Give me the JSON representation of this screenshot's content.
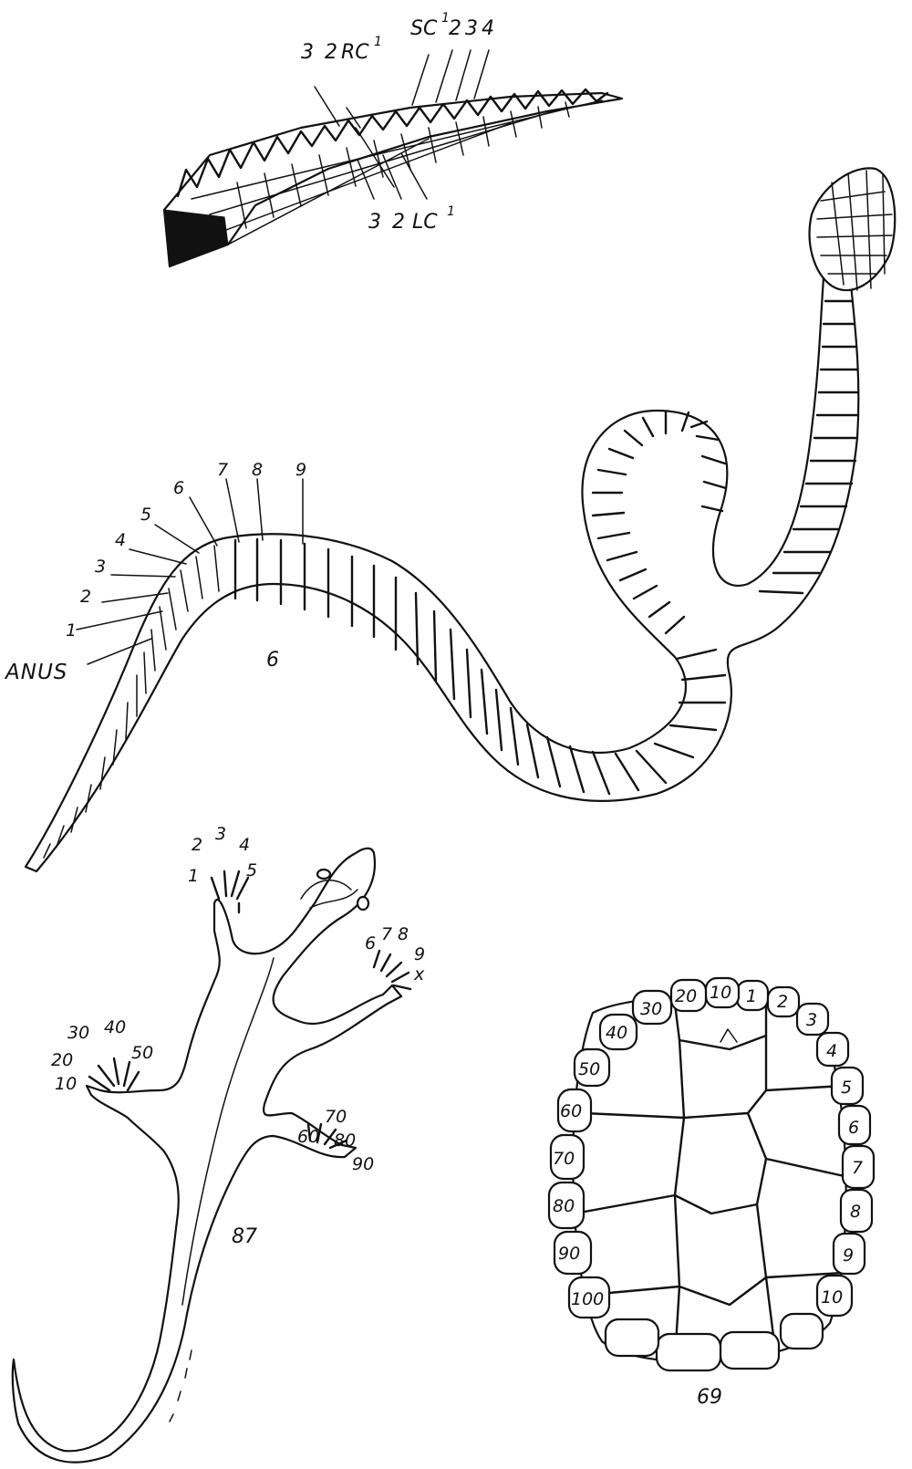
{
  "tail": {
    "top_labels": [
      "3",
      "2",
      "RC",
      "SC",
      "2",
      "3",
      "4"
    ],
    "top_sup": [
      "1",
      "1"
    ],
    "bottom_labels": [
      "3",
      "2",
      "LC"
    ],
    "bottom_sup": "1"
  },
  "snake": {
    "subcaudal_labels": [
      "1",
      "2",
      "3",
      "4",
      "5",
      "6",
      "7",
      "8",
      "9"
    ],
    "anus_label": "ANUS",
    "figure_number": "6"
  },
  "lizard": {
    "front_left_toes": [
      "1",
      "2",
      "3",
      "4",
      "5"
    ],
    "front_right_toes": [
      "6",
      "7",
      "8",
      "9",
      "x"
    ],
    "hind_left_toes": [
      "10",
      "20",
      "30",
      "40",
      "50"
    ],
    "hind_right_toes": [
      "60",
      "70",
      "80",
      "90"
    ],
    "figure_number": "87"
  },
  "turtle": {
    "right_marginals": [
      "1",
      "2",
      "3",
      "4",
      "5",
      "6",
      "7",
      "8",
      "9",
      "10"
    ],
    "left_marginals": [
      "10",
      "20",
      "30",
      "40",
      "50",
      "60",
      "70",
      "80",
      "90",
      "100"
    ],
    "figure_number": "69"
  }
}
